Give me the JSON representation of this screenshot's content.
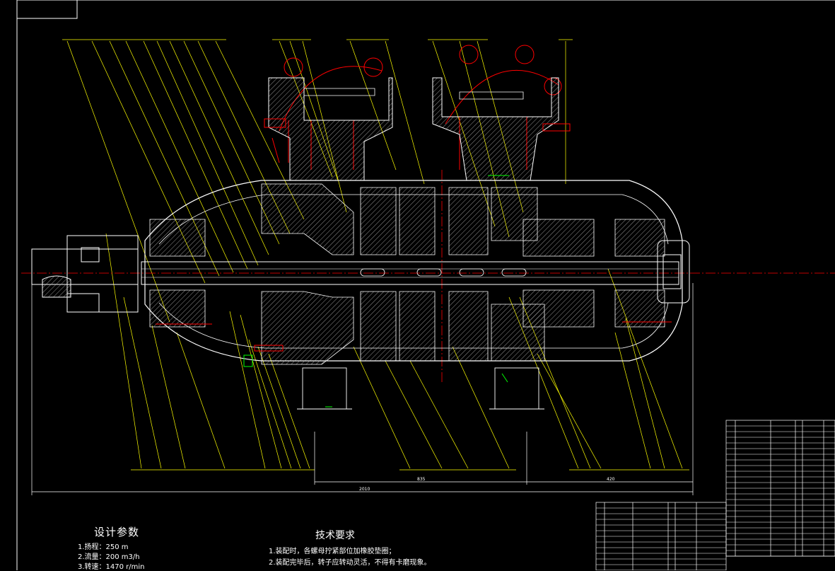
{
  "design_params": {
    "title": "设计参数",
    "items": [
      "1.扬程：250 m",
      "2.流量：200 m3/h",
      "3.转速：1470 r/min"
    ]
  },
  "tech_requirements": {
    "title": "技术要求",
    "items": [
      "1.装配时，各螺母拧紧部位加橡胶垫圈；",
      "2.装配完毕后，转子应转动灵活，不得有卡磨现象。"
    ]
  },
  "dimensions": {
    "overall": "2010",
    "left_span": "835",
    "right_span": "420"
  },
  "colors": {
    "background": "#000000",
    "outline": "#ffffff",
    "leader": "#ffff00",
    "centerline": "#ff0000",
    "hatch": "#ffffff",
    "highlight": "#00ff00"
  }
}
